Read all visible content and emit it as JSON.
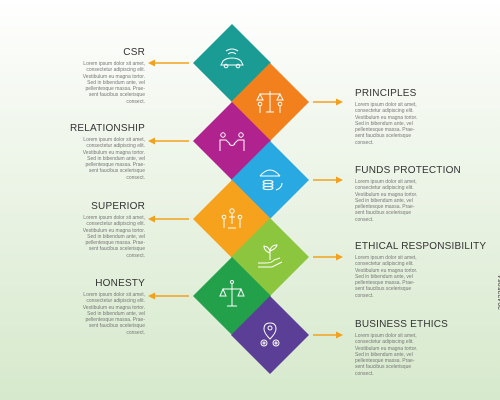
{
  "items": [
    {
      "title": "CSR",
      "color": "#1a9b94",
      "icon": "car-key-icon"
    },
    {
      "title": "PRINCIPLES",
      "color": "#f2801c",
      "icon": "balance-scale-people-icon"
    },
    {
      "title": "RELATIONSHIP",
      "color": "#b0238e",
      "icon": "handshake-people-icon"
    },
    {
      "title": "FUNDS PROTECTION",
      "color": "#28a9e1",
      "icon": "coin-umbrella-icon"
    },
    {
      "title": "SUPERIOR",
      "color": "#f6a21d",
      "icon": "people-group-icon"
    },
    {
      "title": "ETHICAL RESPONSIBILITY",
      "color": "#8cc63f",
      "icon": "hand-plant-icon"
    },
    {
      "title": "HONESTY",
      "color": "#22a14a",
      "icon": "scale-person-icon"
    },
    {
      "title": "BUSINESS ETHICS",
      "color": "#5b3e96",
      "icon": "location-gears-icon"
    }
  ],
  "body_lines": [
    "Lorem ipsum dolor sit amet,",
    "consectetur adipiscing elit.",
    "Vestibulum eu magna tortor.",
    "Sed in bibendum ante, vel",
    "pellentesque massa. Prae-",
    "sent faucibus scelerisque",
    "consect."
  ],
  "arrow_color": "#f2a11c",
  "stock_id": "294225864"
}
